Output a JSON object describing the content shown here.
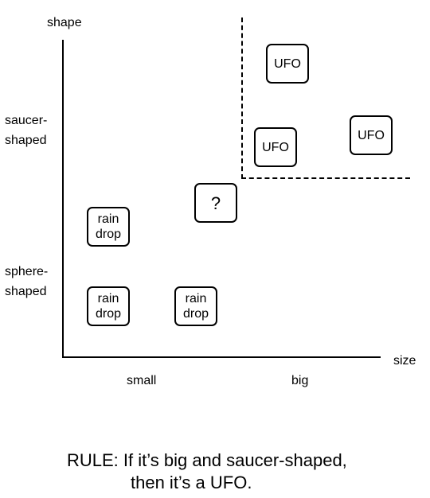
{
  "axes": {
    "y_title": "shape",
    "x_title": "size",
    "y_levels": [
      [
        "saucer-",
        "shaped"
      ],
      [
        "sphere-",
        "shaped"
      ]
    ],
    "x_levels": [
      "small",
      "big"
    ]
  },
  "items": [
    {
      "kind": "ufo",
      "text": "UFO"
    },
    {
      "kind": "ufo",
      "text": "UFO"
    },
    {
      "kind": "ufo",
      "text": "UFO"
    },
    {
      "kind": "unknown",
      "text": "?"
    },
    {
      "kind": "raindrop",
      "line1": "rain",
      "line2": "drop"
    },
    {
      "kind": "raindrop",
      "line1": "rain",
      "line2": "drop"
    },
    {
      "kind": "raindrop",
      "line1": "rain",
      "line2": "drop"
    }
  ],
  "rule": {
    "line1": "RULE:  If it’s big and saucer-shaped,",
    "line2": "then it’s a UFO."
  }
}
